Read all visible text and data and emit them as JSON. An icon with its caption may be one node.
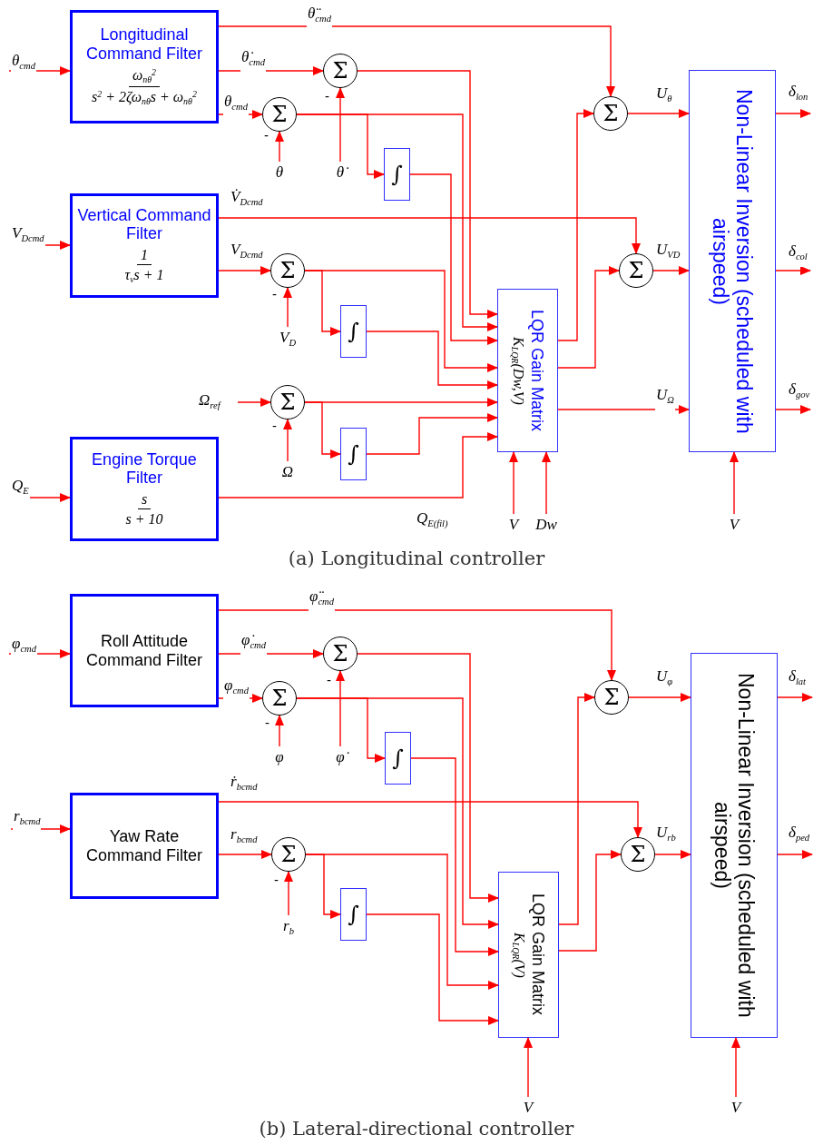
{
  "diagram": {
    "nodes": [
      {
        "text": [
          "Longitudinal Command Filter",
          "ω$_{nθ}$$^{2}$",
          "s$^{2}$ + 2ζω$_{nθ}$s + ω$_{nθ}$$^{2}$"
        ]
      },
      {
        "text": [
          "Σ"
        ]
      },
      {
        "text": [
          "Σ"
        ]
      },
      {
        "text": [
          "θ"
        ]
      },
      {
        "text": [
          "θ̇"
        ]
      },
      {
        "text": [
          "∫"
        ]
      },
      {
        "text": [
          "Vertical Command Filter",
          "1",
          "τ$_{v}$s + 1"
        ]
      },
      {
        "text": [
          "Σ"
        ]
      },
      {
        "text": [
          "V$_{D}$"
        ]
      },
      {
        "text": [
          "∫"
        ]
      },
      {
        "text": [
          "Σ"
        ]
      },
      {
        "text": [
          "Ω"
        ]
      },
      {
        "text": [
          "∫"
        ]
      },
      {
        "text": [
          "Engine Torque Filter",
          "s",
          "s + 10"
        ]
      },
      {
        "text": [
          "LQR Gain Matrix",
          "K$_{LQR}$(Dw,V)"
        ]
      },
      {
        "text": [
          "Σ"
        ]
      },
      {
        "text": [
          "Σ"
        ]
      },
      {
        "text": [
          "Non-Linear Inversion (scheduled with airspeed)"
        ]
      },
      {
        "text": [
          "V"
        ]
      },
      {
        "text": [
          "Dw"
        ]
      },
      {
        "text": [
          "V"
        ]
      },
      {
        "text": [
          "Roll Attitude Command Filter"
        ]
      },
      {
        "text": [
          "Σ"
        ]
      },
      {
        "text": [
          "Σ"
        ]
      },
      {
        "text": [
          "φ"
        ]
      },
      {
        "text": [
          "φ̇"
        ]
      },
      {
        "text": [
          "∫"
        ]
      },
      {
        "text": [
          "Yaw Rate Command Filter"
        ]
      },
      {
        "text": [
          "Σ"
        ]
      },
      {
        "text": [
          "r$_{b}$"
        ]
      },
      {
        "text": [
          "∫"
        ]
      },
      {
        "text": [
          "LQR Gain Matrix",
          "K$_{LQR}$(V)"
        ]
      },
      {
        "text": [
          "Σ"
        ]
      },
      {
        "text": [
          "Σ"
        ]
      },
      {
        "text": [
          "Non-Linear Inversion (scheduled with airspeed)"
        ]
      },
      {
        "text": [
          "V"
        ]
      },
      {
        "text": [
          "V"
        ]
      }
    ],
    "edges": [
      {
        "from": null,
        "to": 0,
        "arrow": "to",
        "label": "θ$_{cmd}$"
      },
      {
        "from": 0,
        "to": 15,
        "arrow": "to",
        "label": "θ̈$_{cmd}$"
      },
      {
        "from": 0,
        "to": 1,
        "arrow": "to",
        "label": "θ̇$_{cmd}$"
      },
      {
        "from": 0,
        "to": 2,
        "arrow": "to",
        "label": "θ$_{cmd}$"
      },
      {
        "from": 3,
        "to": 2,
        "arrow": "to"
      },
      {
        "from": 4,
        "to": 1,
        "arrow": "to"
      },
      {
        "from": 1,
        "to": 14,
        "arrow": "to"
      },
      {
        "from": 2,
        "to": 14,
        "arrow": "to"
      },
      {
        "from": 2,
        "to": 5,
        "arrow": "to"
      },
      {
        "from": 5,
        "to": 14,
        "arrow": "to"
      },
      {
        "from": null,
        "to": 6,
        "arrow": "to",
        "label": "V$_{Dcmd}$"
      },
      {
        "from": 6,
        "to": 16,
        "arrow": "to",
        "label": "V̇$_{Dcmd}$"
      },
      {
        "from": 6,
        "to": 7,
        "arrow": "to",
        "label": "V$_{Dcmd}$"
      },
      {
        "from": 8,
        "to": 7,
        "arrow": "to"
      },
      {
        "from": 7,
        "to": 14,
        "arrow": "to"
      },
      {
        "from": 7,
        "to": 9,
        "arrow": "to"
      },
      {
        "from": 9,
        "to": 14,
        "arrow": "to"
      },
      {
        "from": null,
        "to": 10,
        "arrow": "to",
        "label": "Ω$_{ref}$"
      },
      {
        "from": 11,
        "to": 10,
        "arrow": "to"
      },
      {
        "from": 10,
        "to": 14,
        "arrow": "to"
      },
      {
        "from": 10,
        "to": 12,
        "arrow": "to"
      },
      {
        "from": 12,
        "to": 14,
        "arrow": "to"
      },
      {
        "from": 13,
        "to": 14,
        "arrow": "to",
        "label": "Q$_{E(fil)}$"
      },
      {
        "from": null,
        "to": 13,
        "arrow": "to",
        "label": "Q$_{E}$"
      },
      {
        "from": 18,
        "to": 14,
        "arrow": "to"
      },
      {
        "from": 19,
        "to": 14,
        "arrow": "to"
      },
      {
        "from": 14,
        "to": 15,
        "arrow": "to"
      },
      {
        "from": 14,
        "to": 16,
        "arrow": "to"
      },
      {
        "from": 14,
        "to": 17,
        "arrow": "to",
        "label": "U$_{Ω}$"
      },
      {
        "from": 15,
        "to": 17,
        "arrow": "to",
        "label": "U$_{θ}$"
      },
      {
        "from": 16,
        "to": 17,
        "arrow": "to",
        "label": "U$_{VD}$"
      },
      {
        "from": 17,
        "to": null,
        "arrow": "to",
        "label": "δ$_{lon}$"
      },
      {
        "from": 17,
        "to": null,
        "arrow": "to",
        "label": "δ$_{col}$"
      },
      {
        "from": 17,
        "to": null,
        "arrow": "to",
        "label": "δ$_{gov}$"
      },
      {
        "from": 20,
        "to": 17,
        "arrow": "to"
      },
      {
        "from": null,
        "to": 21,
        "arrow": "to",
        "label": "φ$_{cmd}$"
      },
      {
        "from": 21,
        "to": 32,
        "arrow": "to",
        "label": "φ̈$_{cmd}$"
      },
      {
        "from": 21,
        "to": 22,
        "arrow": "to",
        "label": "φ̇$_{cmd}$"
      },
      {
        "from": 21,
        "to": 23,
        "arrow": "to",
        "label": "φ$_{cmd}$"
      },
      {
        "from": 24,
        "to": 23,
        "arrow": "to"
      },
      {
        "from": 25,
        "to": 22,
        "arrow": "to"
      },
      {
        "from": 22,
        "to": 31,
        "arrow": "to"
      },
      {
        "from": 23,
        "to": 31,
        "arrow": "to"
      },
      {
        "from": 23,
        "to": 26,
        "arrow": "to"
      },
      {
        "from": 26,
        "to": 31,
        "arrow": "to"
      },
      {
        "from": null,
        "to": 27,
        "arrow": "to",
        "label": "r$_{bcmd}$"
      },
      {
        "from": 27,
        "to": 33,
        "arrow": "to",
        "label": "ṙ$_{bcmd}$"
      },
      {
        "from": 27,
        "to": 28,
        "arrow": "to",
        "label": "r$_{bcmd}$"
      },
      {
        "from": 29,
        "to": 28,
        "arrow": "to"
      },
      {
        "from": 28,
        "to": 31,
        "arrow": "to"
      },
      {
        "from": 28,
        "to": 30,
        "arrow": "to"
      },
      {
        "from": 30,
        "to": 31,
        "arrow": "to"
      },
      {
        "from": 31,
        "to": 32,
        "arrow": "to"
      },
      {
        "from": 31,
        "to": 33,
        "arrow": "to"
      },
      {
        "from": 32,
        "to": 34,
        "arrow": "to",
        "label": "U$_{φ}$"
      },
      {
        "from": 33,
        "to": 34,
        "arrow": "to",
        "label": "U$_{rb}$"
      },
      {
        "from": 34,
        "to": null,
        "arrow": "to",
        "label": "δ$_{lat}$"
      },
      {
        "from": 34,
        "to": null,
        "arrow": "to",
        "label": "δ$_{ped}$"
      },
      {
        "from": 35,
        "to": 31,
        "arrow": "to"
      },
      {
        "from": 36,
        "to": 34,
        "arrow": "to"
      }
    ],
    "labels": [
      "-",
      "-",
      "-",
      "-",
      "(a) Longitudinal controller",
      "-",
      "-",
      "-",
      "(b) Lateral-directional controller"
    ]
  }
}
